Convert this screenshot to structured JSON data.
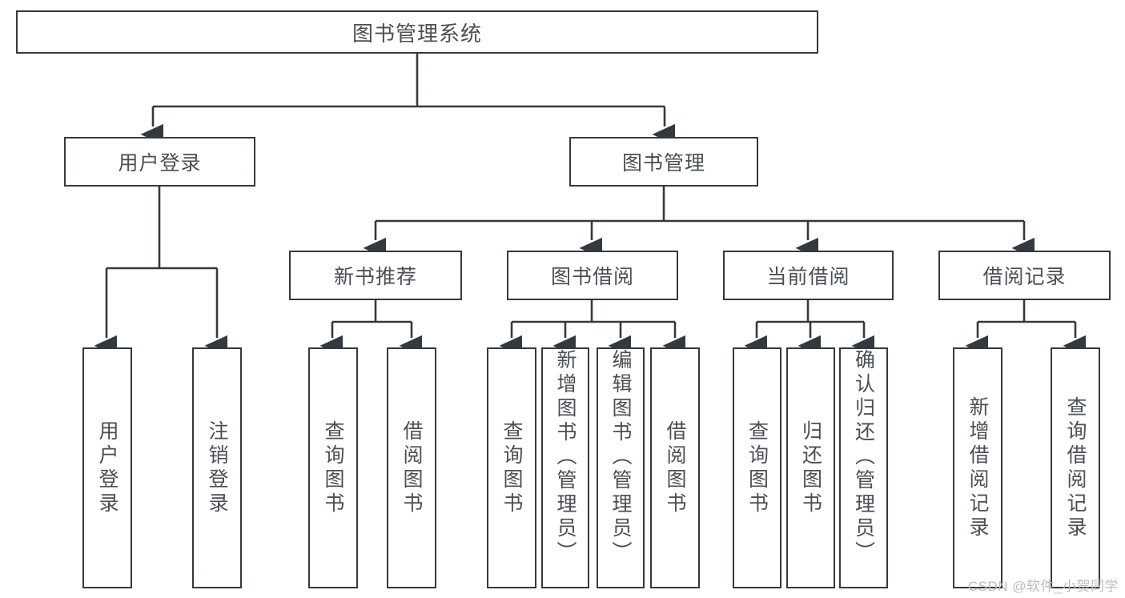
{
  "diagram": {
    "title": "图书管理系统",
    "type": "tree-hierarchy",
    "root": {
      "label": "图书管理系统"
    },
    "level1": [
      {
        "label": "用户登录"
      },
      {
        "label": "图书管理"
      }
    ],
    "level2": [
      {
        "label": "新书推荐"
      },
      {
        "label": "图书借阅"
      },
      {
        "label": "当前借阅"
      },
      {
        "label": "借阅记录"
      }
    ],
    "leaves": {
      "user_login": [
        {
          "label": "用户登录"
        },
        {
          "label": "注销登录"
        }
      ],
      "new_book_recommend": [
        {
          "label": "查询图书"
        },
        {
          "label": "借阅图书"
        }
      ],
      "book_borrow": [
        {
          "label": "查询图书"
        },
        {
          "label": "新增图书（管理员）"
        },
        {
          "label": "编辑图书（管理员）"
        },
        {
          "label": "借阅图书"
        }
      ],
      "current_borrow": [
        {
          "label": "查询图书"
        },
        {
          "label": "归还图书"
        },
        {
          "label": "确认归还（管理员）"
        }
      ],
      "borrow_record": [
        {
          "label": "新增借阅记录"
        },
        {
          "label": "查询借阅记录"
        }
      ]
    }
  },
  "watermark": {
    "text": "CSDN @软件_小贺同学"
  },
  "colors": {
    "stroke": "#33393f",
    "text": "#4a4f55",
    "background": "#ffffff",
    "watermark": "#b9bcc0"
  }
}
